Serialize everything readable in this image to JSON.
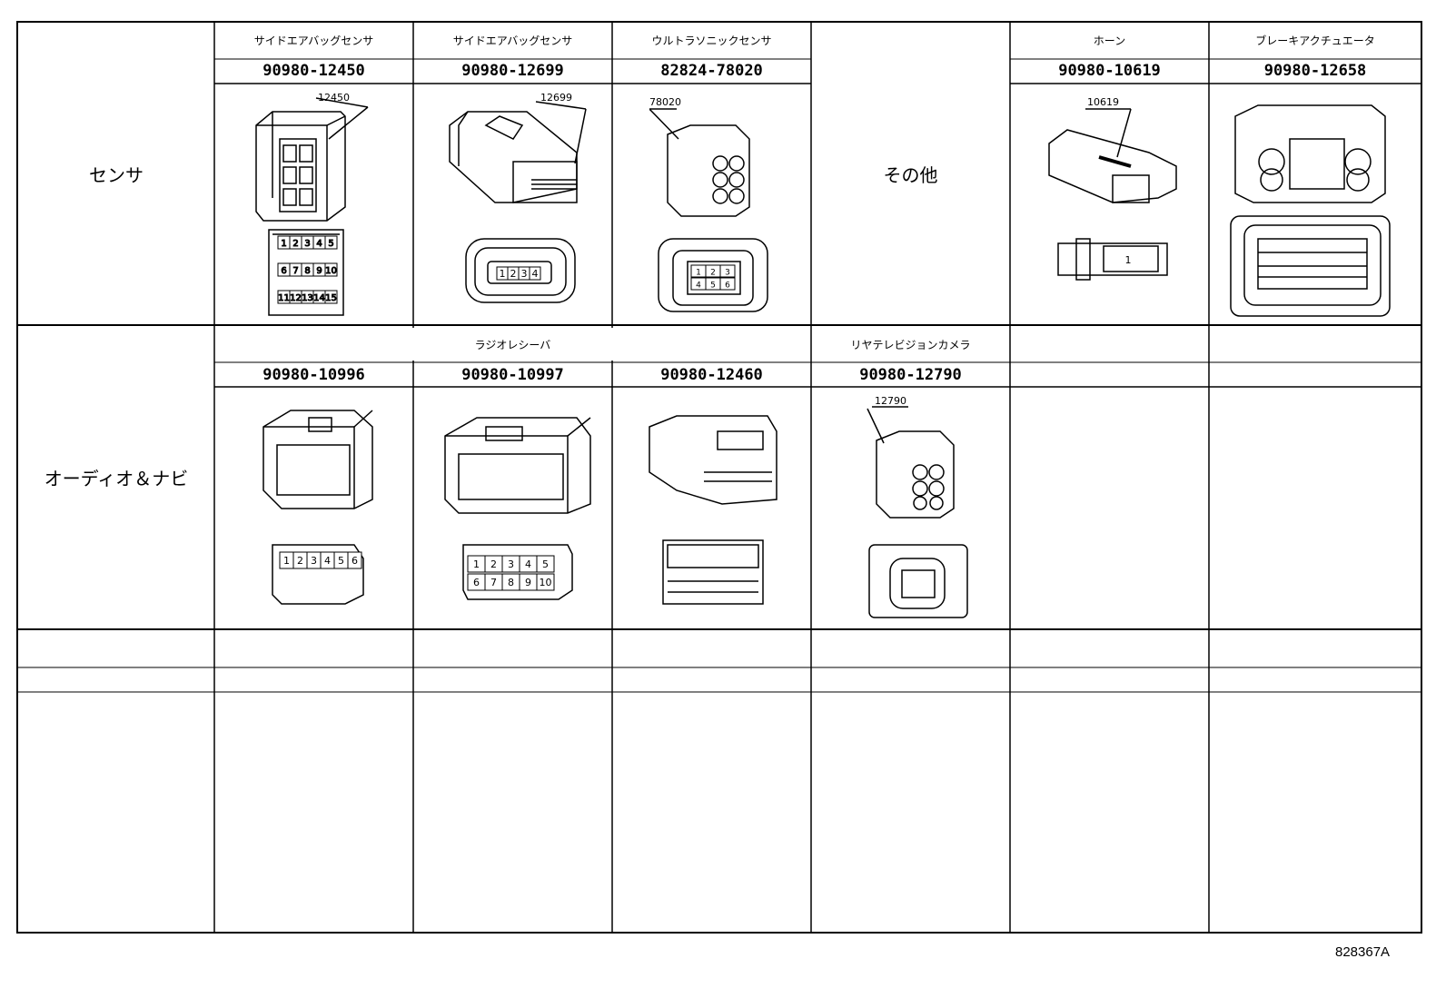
{
  "rows": [
    {
      "category": "センサ",
      "labels": [
        "サイドエアバッグセンサ",
        "サイドエアバッグセンサ",
        "ウルトラソニックセンサ",
        "",
        "ホーン",
        "ブレーキアクチュエータ"
      ],
      "parts": [
        "90980-12450",
        "90980-12699",
        "82824-78020",
        "",
        "90980-10619",
        "90980-12658"
      ],
      "other_label": "その他",
      "callouts": [
        "12450",
        "12699",
        "78020",
        "10619"
      ]
    },
    {
      "category": "オーディオ＆ナビ",
      "group_label": "ラジオレシーバ",
      "camera_label": "リヤテレビジョンカメラ",
      "parts": [
        "90980-10996",
        "90980-10997",
        "90980-12460",
        "90980-12790"
      ],
      "callouts": [
        "12790"
      ]
    }
  ],
  "pin_labels": {
    "c12450": [
      "1",
      "2",
      "3",
      "4",
      "5",
      "6",
      "7",
      "8",
      "9",
      "10",
      "11",
      "12",
      "13",
      "14",
      "15"
    ],
    "c12699": [
      "1",
      "2",
      "3",
      "4"
    ],
    "c78020": [
      "1",
      "2",
      "3",
      "4",
      "5",
      "6"
    ],
    "c10619": [
      "1"
    ],
    "c10996": [
      "1",
      "2",
      "3",
      "4",
      "5",
      "6"
    ],
    "c10997": [
      "1",
      "2",
      "3",
      "4",
      "5",
      "6",
      "7",
      "8",
      "9",
      "10"
    ]
  },
  "drawing_code": "828367A"
}
